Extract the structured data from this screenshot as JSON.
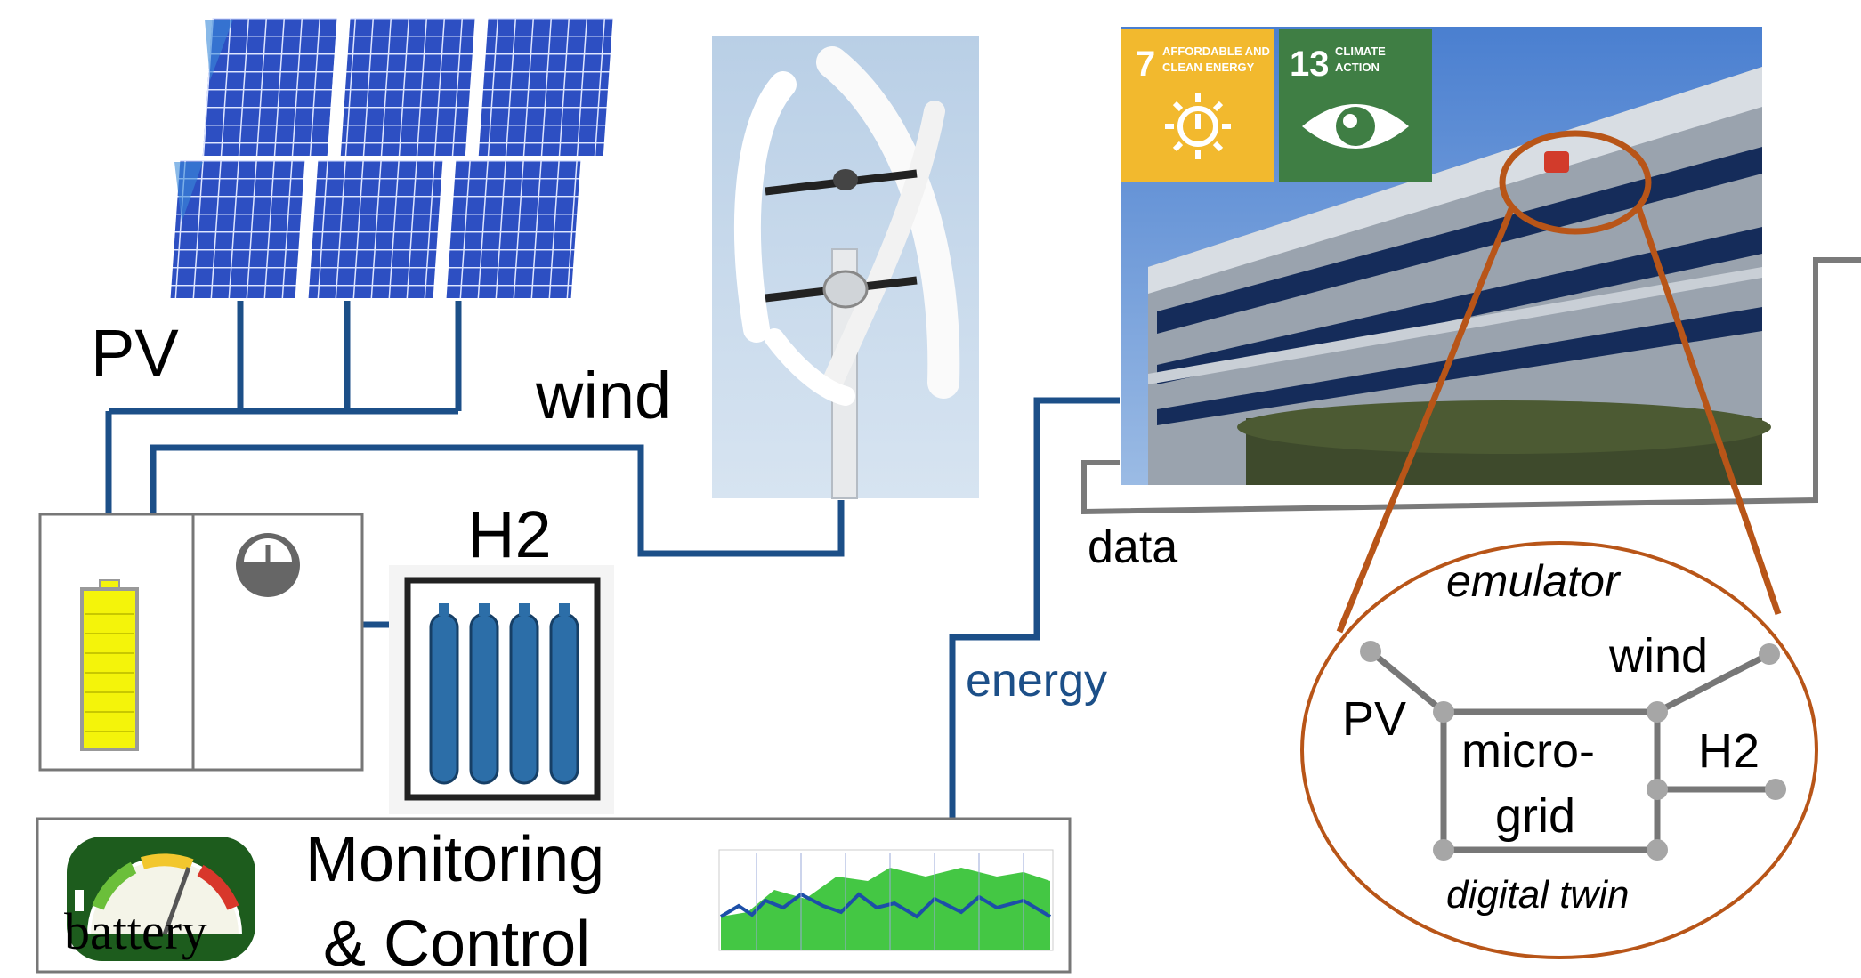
{
  "labels": {
    "pv": "PV",
    "wind": "wind",
    "h2": "H2",
    "energy": "energy",
    "data": "data",
    "monitoring_line1": "Monitoring",
    "monitoring_line2": "& Control",
    "gauge_label": "battery"
  },
  "sdg": [
    {
      "number": "7",
      "title_line1": "AFFORDABLE AND",
      "title_line2": "CLEAN ENERGY",
      "color": "#f2b92e"
    },
    {
      "number": "13",
      "title_line1": "CLIMATE",
      "title_line2": "ACTION",
      "color": "#3f7e44"
    }
  ],
  "twin": {
    "title": "emulator",
    "subtitle": "digital twin",
    "pv": "PV",
    "wind": "wind",
    "h2": "H2",
    "core_line1": "micro-",
    "core_line2": "grid"
  },
  "colors": {
    "energy_line": "#1c4f88",
    "data_line": "#7a7a7a",
    "zoom": "#b85518",
    "battery_fill": "#f4f40a",
    "tank": "#2c6ea8",
    "panel": "#2d4fc2"
  }
}
